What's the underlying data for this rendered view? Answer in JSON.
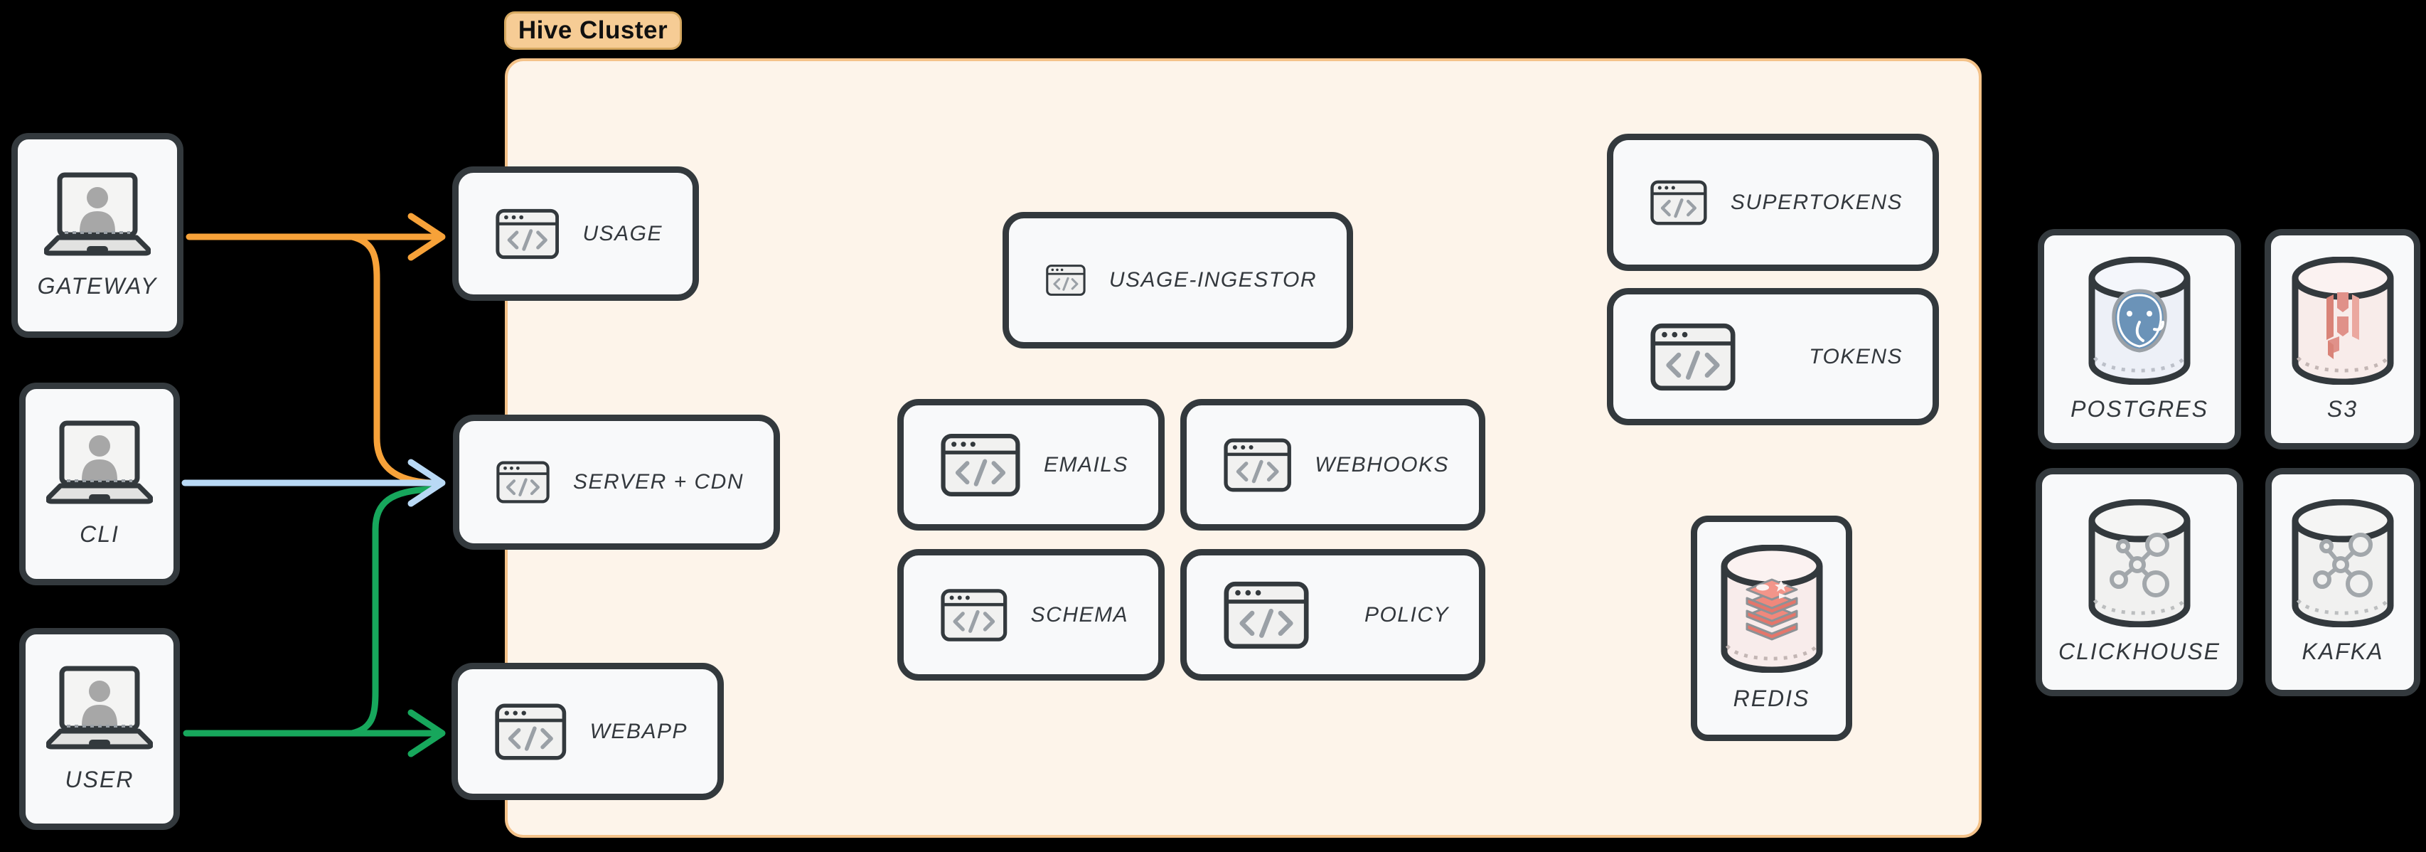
{
  "badge": {
    "label": "Hive Cluster",
    "fill": "#f6cc95",
    "border": "#d6a860"
  },
  "cluster": {
    "fill": "#fdf4ea",
    "border": "#f4c289"
  },
  "clients": [
    {
      "label": "GATEWAY"
    },
    {
      "label": "CLI"
    },
    {
      "label": "USER"
    }
  ],
  "services": [
    {
      "label": "USAGE"
    },
    {
      "label": "SERVER + CDN"
    },
    {
      "label": "WEBAPP"
    },
    {
      "label": "USAGE-INGESTOR"
    },
    {
      "label": "EMAILS"
    },
    {
      "label": "WEBHOOKS"
    },
    {
      "label": "SCHEMA"
    },
    {
      "label": "POLICY"
    },
    {
      "label": "SUPERTOKENS"
    },
    {
      "label": "TOKENS"
    }
  ],
  "cache": {
    "label": "REDIS"
  },
  "datastores": [
    {
      "label": "POSTGRES"
    },
    {
      "label": "S3"
    },
    {
      "label": "CLICKHOUSE"
    },
    {
      "label": "KAFKA"
    }
  ],
  "arrows": {
    "gateway_color": "#f7a239",
    "cli_color": "#b9d9f5",
    "user_color": "#17a75c"
  },
  "node_style": {
    "border": "#33393d",
    "fill": "#f8f9fa",
    "background": "#000000"
  }
}
